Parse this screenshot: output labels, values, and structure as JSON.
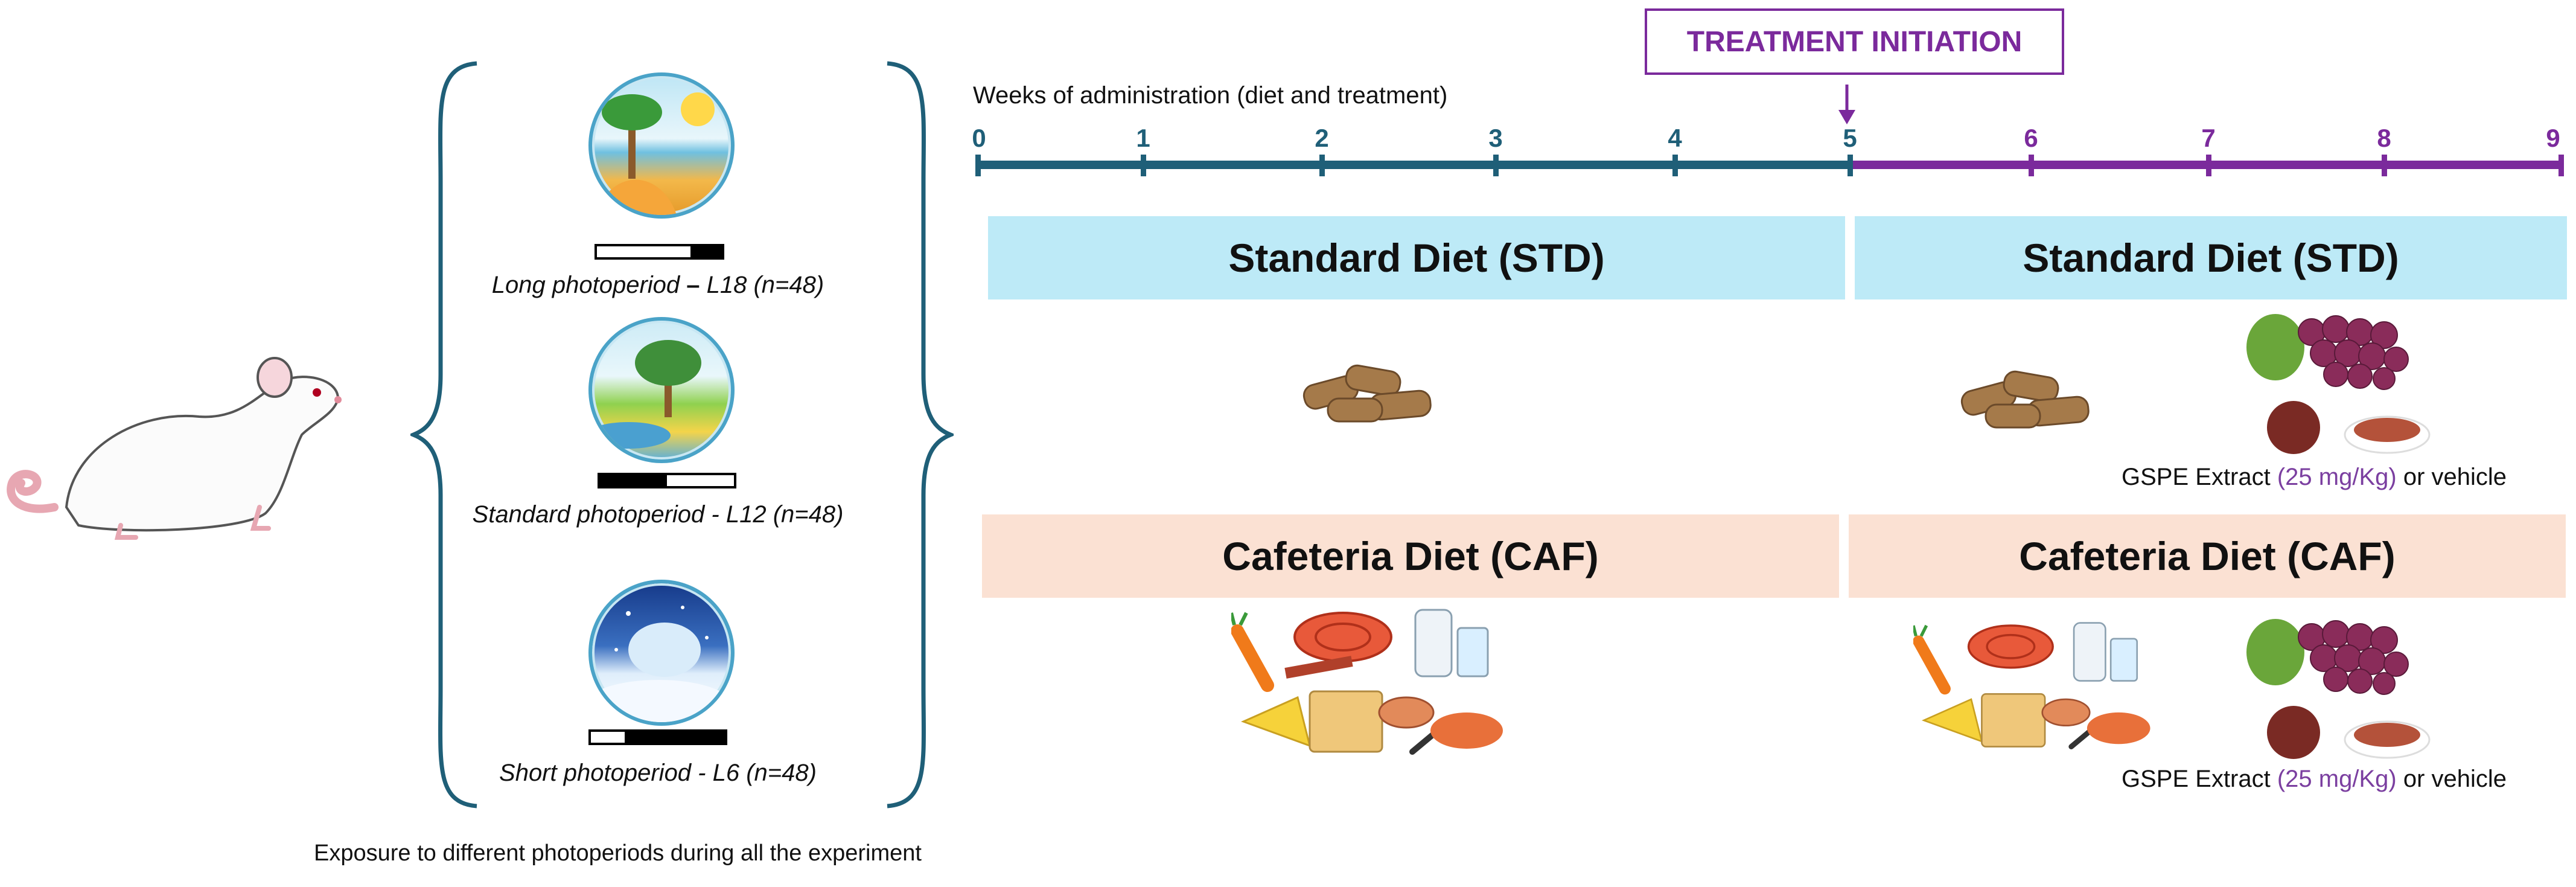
{
  "colors": {
    "timeline_pre": "#1f5f78",
    "timeline_post": "#7b2a9c",
    "std_fill": "#bdeaf7",
    "caf_fill": "#fbe1d3",
    "brace": "#1f5f78",
    "dose": "#7b3fa0"
  },
  "photoperiods": [
    {
      "icon": "summer-landscape-icon",
      "label_pre": "Long  photoperiod ",
      "label_mid": "– ",
      "label_post": "L18 (n=48)"
    },
    {
      "icon": "spring-landscape-icon",
      "label": "Standard photoperiod - L12 (n=48)"
    },
    {
      "icon": "winter-landscape-icon",
      "label": "Short photoperiod - L6  (n=48)"
    }
  ],
  "footer_note": "Exposure to different photoperiods during all the experiment",
  "timeline": {
    "title": "Weeks of administration (diet and treatment)",
    "treatment_label": "TREATMENT INITIATION",
    "weeks": [
      "0",
      "1",
      "2",
      "3",
      "4",
      "5",
      "6",
      "7",
      "8",
      "9"
    ]
  },
  "diets": {
    "std_before": "Standard Diet (STD)",
    "std_after": "Standard Diet (STD)",
    "caf_before": "Cafeteria Diet (CAF)",
    "caf_after": "Cafeteria Diet (CAF)"
  },
  "gspe": {
    "prefix": "GSPE Extract ",
    "dose": "(25 mg/Kg)",
    "suffix": " or vehicle"
  },
  "food_icons": {
    "pellets": "chow-pellets-icon",
    "cafeteria": "cafeteria-food-icon",
    "grapes": "grapes-icon",
    "powder": "gspe-powder-icon",
    "milk": "milk-bottle-icon"
  }
}
